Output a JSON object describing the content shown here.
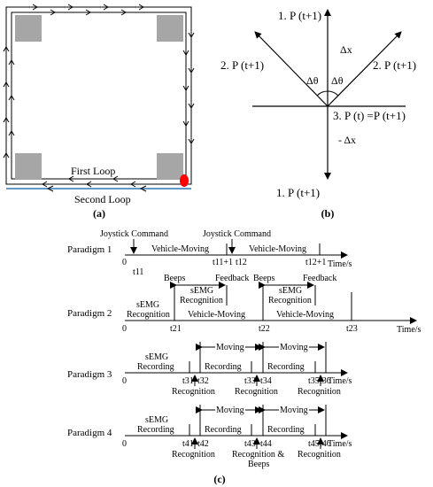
{
  "panel_a": {
    "label": "(a)",
    "first_loop": "First Loop",
    "second_loop": "Second Loop",
    "colors": {
      "obstacle": "#a6a6a6",
      "second_loop_line": "#2e75b6",
      "start_marker": "#ff0000"
    }
  },
  "panel_b": {
    "label": "(b)",
    "up": "1. P (t+1)",
    "down": "1. P (t+1)",
    "left": "2. P (t+1)",
    "right": "2. P (t+1)",
    "center": "3. P (t) =P (t+1)",
    "dx_pos": "Δx",
    "dx_neg": "- Δx",
    "dtheta": "Δθ"
  },
  "panel_c": {
    "label": "(c)",
    "axis_unit": "Time/s",
    "p1": {
      "name": "Paradigm 1",
      "cmd1": "Joystick Command",
      "cmd2": "Joystick Command",
      "move1": "Vehicle-Moving",
      "move2": "Vehicle-Moving",
      "t0": "0",
      "t11": "t11",
      "t11p": "t11+1",
      "t12": "t12",
      "t12p": "t12+1"
    },
    "p2": {
      "name": "Paradigm 2",
      "beeps1": "Beeps",
      "beeps2": "Beeps",
      "feedback1": "Feedback",
      "feedback2": "Feedback",
      "semg": "sEMG",
      "recognition": "Recognition",
      "move1": "Vehicle-Moving",
      "move2": "Vehicle-Moving",
      "t0": "0",
      "t21": "t21",
      "t22": "t22",
      "t23": "t23"
    },
    "p3": {
      "name": "Paradigm 3",
      "semg": "sEMG",
      "recording": "Recording",
      "moving1": "Moving",
      "moving2": "Moving",
      "rec2": "Recording",
      "rec3": "Recording",
      "recog1": "Recognition",
      "recog2": "Recognition",
      "recog3": "Recognition",
      "t0": "0",
      "t31": "t31",
      "t32": "t32",
      "t33": "t33",
      "t34": "t34",
      "t35": "t35",
      "t36": "t36"
    },
    "p4": {
      "name": "Paradigm 4",
      "semg": "sEMG",
      "recording": "Recording",
      "moving1": "Moving",
      "moving2": "Moving",
      "rec2": "Recording",
      "rec3": "Recording",
      "recog1": "Recognition",
      "recog2a": "Recognition &",
      "recog2b": "Beeps",
      "recog3": "Recognition",
      "t0": "0",
      "t41": "t41",
      "t42": "t42",
      "t43": "t43",
      "t44": "t44",
      "t45": "t45",
      "t46": "t46"
    }
  }
}
